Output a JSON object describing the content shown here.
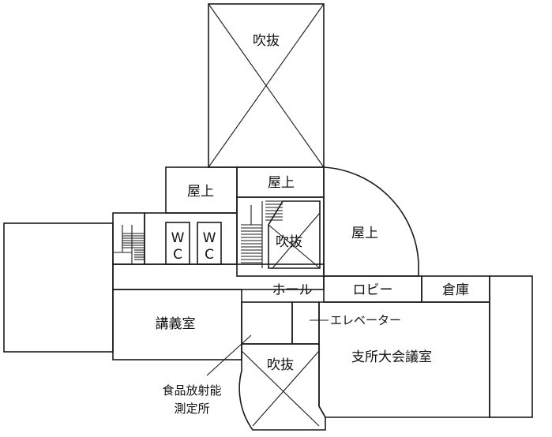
{
  "labels": {
    "void_top": "吹抜",
    "rooftop_left": "屋上",
    "rooftop_mid": "屋上",
    "rooftop_right": "屋上",
    "wc_1_a": "W",
    "wc_1_b": "C",
    "wc_2_a": "W",
    "wc_2_b": "C",
    "void_mid": "吹抜",
    "hall": "ホール",
    "lobby": "ロビー",
    "storage": "倉庫",
    "lecture_room": "講義室",
    "elevator": "エレベーター",
    "branch_meeting_room": "支所大会議室",
    "void_bottom": "吹抜",
    "food_lab_line1": "食品放射能",
    "food_lab_line2": "測定所"
  },
  "colors": {
    "line": "#1a1a1a",
    "text": "#111111",
    "background": "#ffffff"
  }
}
